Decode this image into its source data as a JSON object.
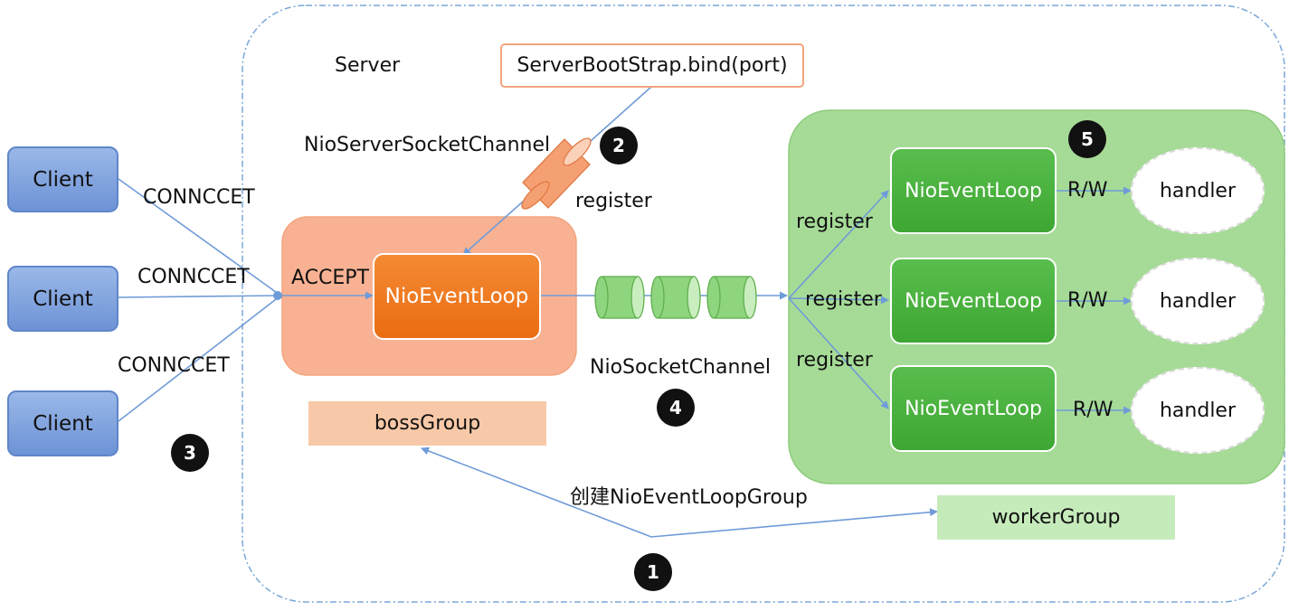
{
  "server": {
    "label": "Server"
  },
  "bootstrap": {
    "label": "ServerBootStrap.bind(port)"
  },
  "server_socket_channel": {
    "label": "NioServerSocketChannel"
  },
  "boss": {
    "accept_label": "ACCEPT",
    "event_loop_label": "NioEventLoop",
    "group_label": "bossGroup",
    "register_label": "register"
  },
  "socket_channel": {
    "label": "NioSocketChannel"
  },
  "clients": [
    {
      "label": "Client",
      "connect_label": "CONNCCET"
    },
    {
      "label": "Client",
      "connect_label": "CONNCCET"
    },
    {
      "label": "Client",
      "connect_label": "CONNCCET"
    }
  ],
  "workers": [
    {
      "register_label": "register",
      "event_loop_label": "NioEventLoop",
      "rw_label": "R/W",
      "handler_label": "handler"
    },
    {
      "register_label": "register",
      "event_loop_label": "NioEventLoop",
      "rw_label": "R/W",
      "handler_label": "handler"
    },
    {
      "register_label": "register",
      "event_loop_label": "NioEventLoop",
      "rw_label": "R/W",
      "handler_label": "handler"
    }
  ],
  "worker_group": {
    "label": "workerGroup"
  },
  "create_group": {
    "label": "创建NioEventLoopGroup"
  },
  "steps": [
    "1",
    "2",
    "3",
    "4",
    "5"
  ],
  "colors": {
    "client_fill": "#7ea3e0",
    "boss_panel": "#f8b293",
    "boss_loop": "#f07a1f",
    "boss_group_fill": "#f8c9a8",
    "worker_panel": "#a6db97",
    "worker_loop": "#4cb140",
    "worker_group_fill": "#c6ebbb",
    "wire": "#6f9bd8",
    "cylinder_green": "#8fd47e",
    "cylinder_orange": "#f5a072"
  }
}
